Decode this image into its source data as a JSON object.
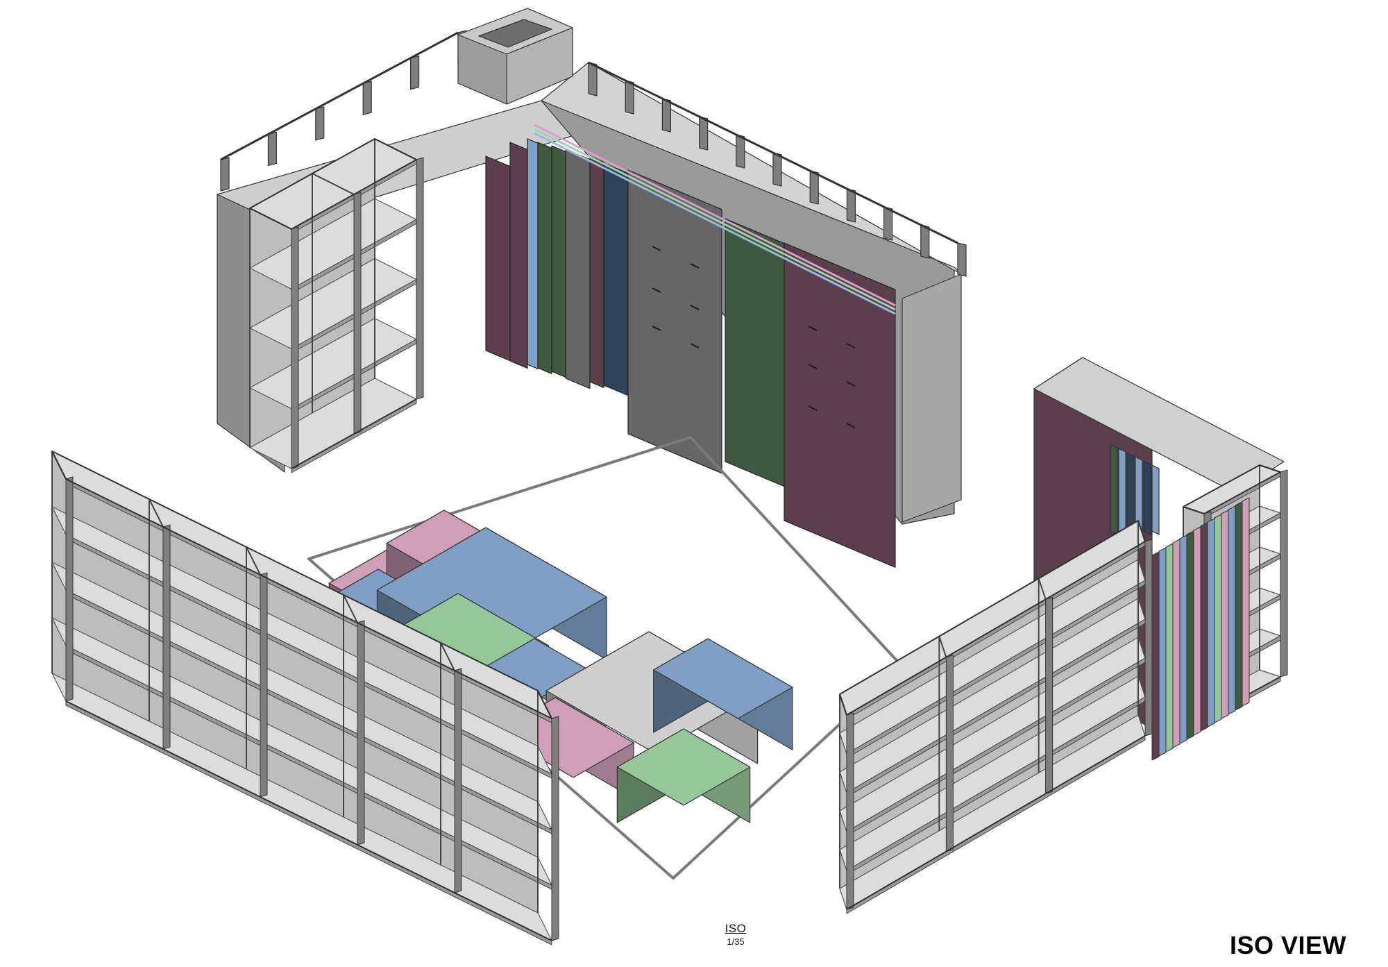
{
  "drawing": {
    "view_title": "ISO VIEW",
    "view_reference": "ISO",
    "scale": "1/35"
  },
  "palette": {
    "shelf_top": "#dcdcdc",
    "shelf_left": "#9a9a9a",
    "shelf_right": "#bdbdbd",
    "frame": "#7f7f7f",
    "panel_purple": "#5c3f4c",
    "panel_blue": "#2f4359",
    "panel_green": "#3f5a40",
    "panel_grey": "#666666",
    "box_pink": "#cf9fb8",
    "box_blue": "#7f9fc4",
    "box_green": "#96c79a",
    "box_grey": "#cfcfcf",
    "outline": "#333333"
  },
  "components": [
    "corner-shelving-unit",
    "hanging-display-panels",
    "chimney-column",
    "island-platform",
    "display-boxes",
    "front-left-shelving",
    "front-right-shelving",
    "right-shelving-with-panels"
  ]
}
